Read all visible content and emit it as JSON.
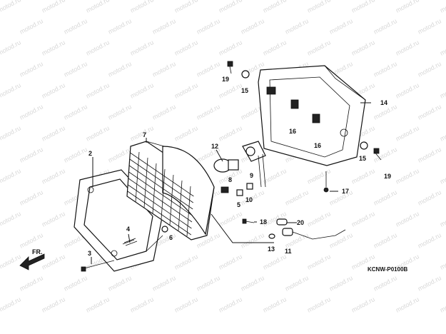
{
  "watermark": "motod.ru",
  "diagram_code": "KCNW-P0100B",
  "direction_label": "FR.",
  "callouts": {
    "c2": "2",
    "c3": "3",
    "c4": "4",
    "c5": "5",
    "c6": "6",
    "c7": "7",
    "c8": "8",
    "c9": "9",
    "c10": "10",
    "c11": "11",
    "c12": "12",
    "c13": "13",
    "c14": "14",
    "c15a": "15",
    "c15b": "15",
    "c16a": "16",
    "c16b": "16",
    "c17": "17",
    "c18": "18",
    "c19a": "19",
    "c19b": "19",
    "c20": "20"
  }
}
